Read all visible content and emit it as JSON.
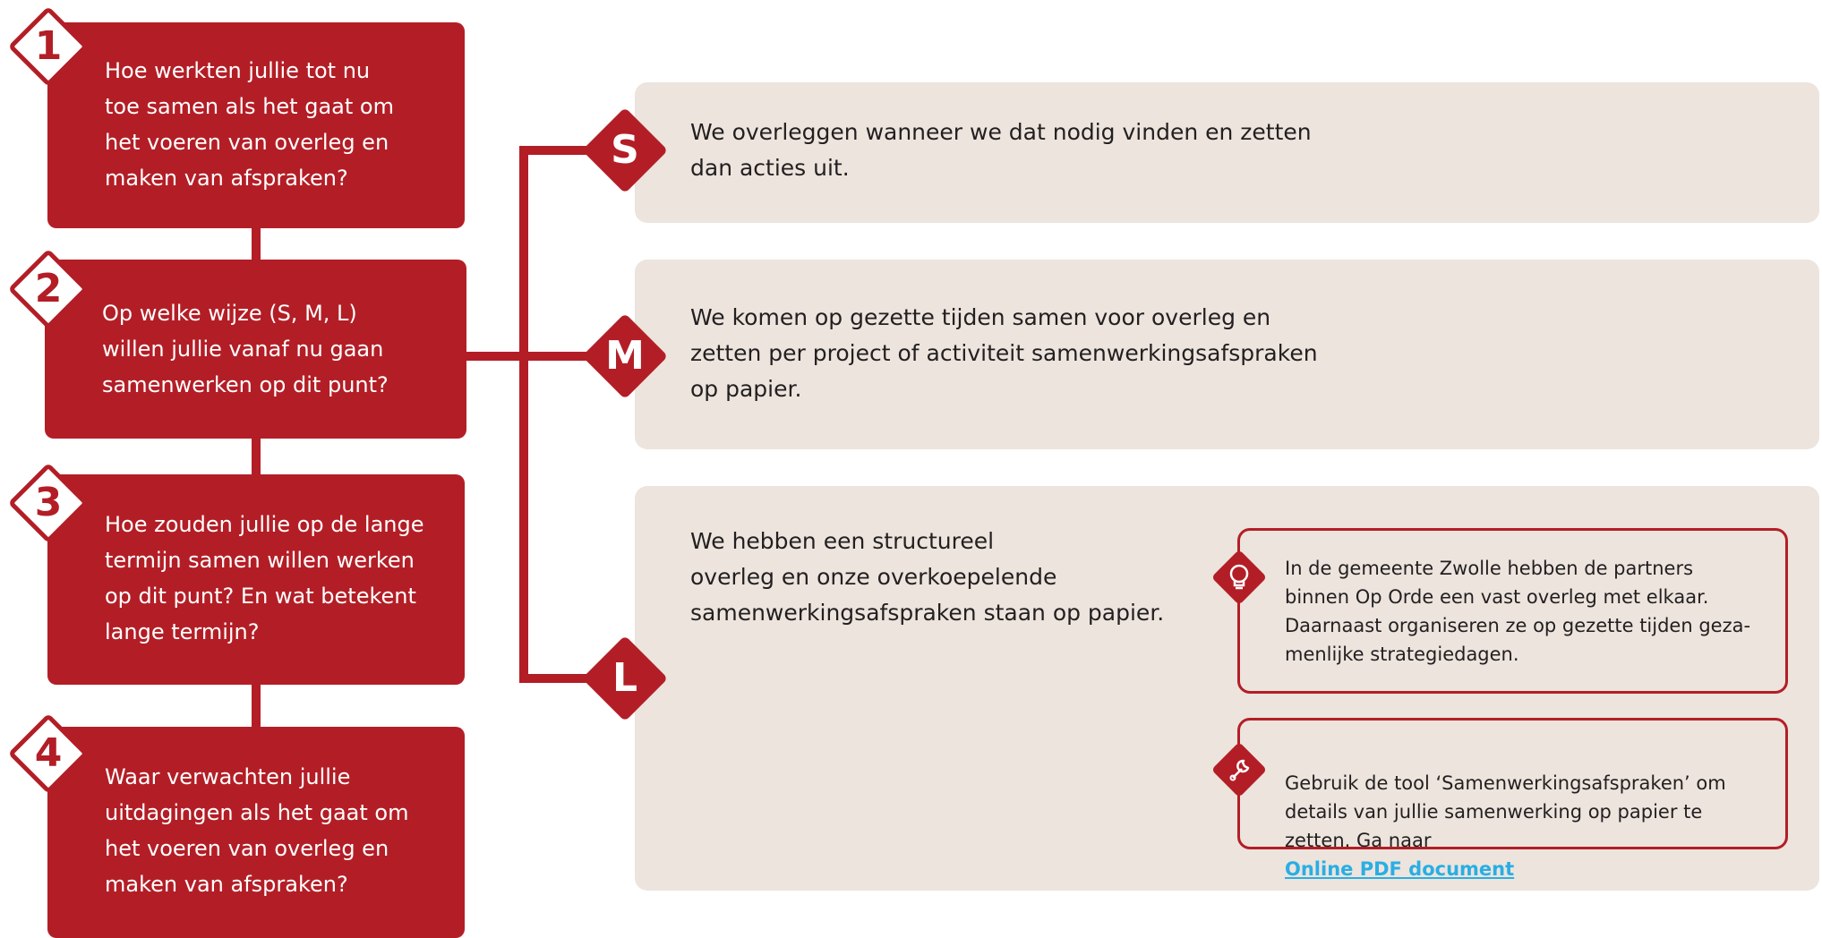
{
  "questions": [
    {
      "number": "1",
      "text": "Hoe werkten jullie tot nu\ntoe samen als het gaat om\nhet voeren van overleg en\nmaken van afspraken?"
    },
    {
      "number": "2",
      "text": "Op welke wijze (S, M, L)\nwillen jullie vanaf nu gaan\nsamenwerken op dit punt?"
    },
    {
      "number": "3",
      "text": "Hoe zouden jullie op de lange\ntermijn samen willen werken\nop dit punt? En wat betekent\nlange termijn?"
    },
    {
      "number": "4",
      "text": "Waar verwachten jullie\nuitdagingen als het gaat om\nhet voeren van overleg en\nmaken van afspraken?"
    }
  ],
  "options": [
    {
      "label": "S",
      "text": "We overleggen wanneer we dat nodig vinden en zetten\ndan acties uit."
    },
    {
      "label": "M",
      "text": "We komen op gezette tijden samen voor overleg en\nzetten per project of activiteit samenwerkingsafspraken\nop papier."
    },
    {
      "label": "L",
      "text": "We hebben een structureel\noverleg en onze overkoepelende\nsamenwerkingsafspraken staan op papier."
    }
  ],
  "tip": {
    "icon": "lightbulb-icon",
    "text": "In de gemeente Zwolle hebben de partners\nbinnen Op Orde een vast overleg met elkaar.\nDaarnaast organiseren ze op gezette tijden geza-\nmenlijke strategiedagen."
  },
  "tool": {
    "icon": "wrench-icon",
    "text": "Gebruik de tool ‘Samenwerkingsafspraken’ om\ndetails van jullie samenwerking op papier te\nzetten. Ga naar",
    "link_label": "Online PDF document"
  },
  "colors": {
    "brand_red": "#b31e26",
    "panel_beige": "#ece4dd",
    "link_blue": "#29aee4",
    "text_dark": "#231f20"
  }
}
